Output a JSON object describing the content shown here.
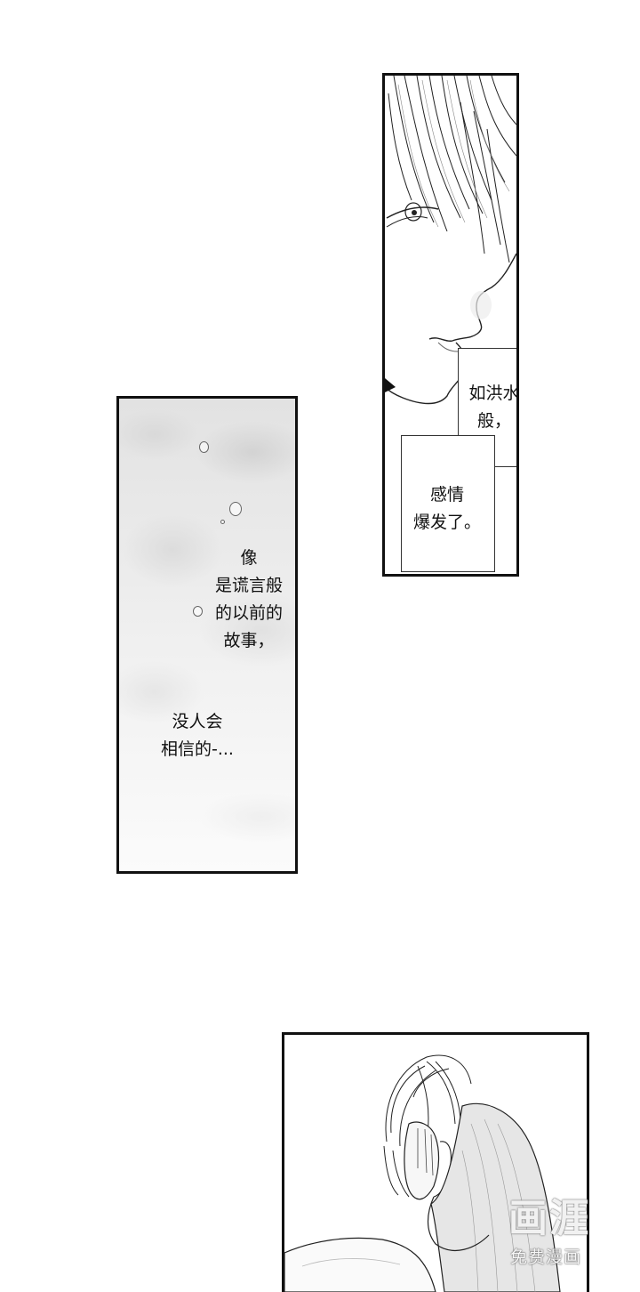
{
  "panels": [
    {
      "captions": [
        {
          "text": "如洪水\n般，"
        },
        {
          "text": "感情\n爆发了。"
        }
      ]
    },
    {
      "captions": [
        {
          "text": "像\n是谎言般\n的以前的\n故事，"
        },
        {
          "text": "没人会\n相信的-..."
        }
      ]
    },
    {
      "captions": []
    }
  ],
  "watermark": {
    "logo": "画涯",
    "text": "免费漫画"
  }
}
